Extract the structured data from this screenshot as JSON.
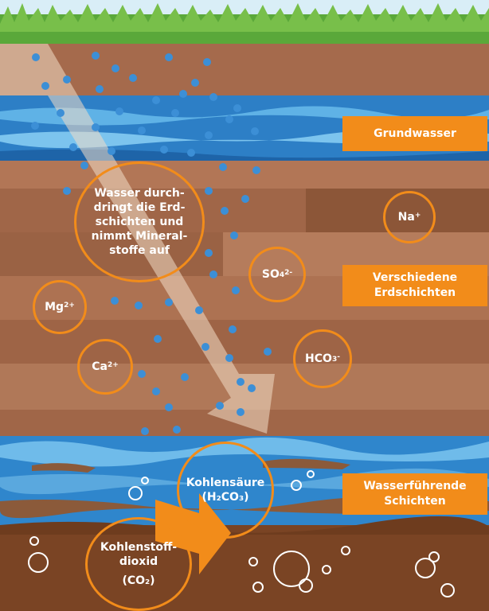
{
  "labels": {
    "groundwater": "Grundwasser",
    "soil_layers": [
      "Verschiedene",
      "Erdschichten"
    ],
    "aquifer": [
      "Wasserführende",
      "Schichten"
    ]
  },
  "process_text": [
    "Wasser durch-",
    "dringt die Erd-",
    "schichten und",
    "nimmt Mineral-",
    "stoffe auf"
  ],
  "ions": {
    "na": {
      "base": "Na",
      "sup": "+"
    },
    "so4": {
      "base": "SO",
      "sub": "4",
      "sup": "2-"
    },
    "mg": {
      "base": "Mg",
      "sup": "2+"
    },
    "ca": {
      "base": "Ca",
      "sup": "2+"
    },
    "hco3": {
      "base": "HCO",
      "sub": "3",
      "sup": "-"
    }
  },
  "carbonic_acid": {
    "name": "Kohlensäure",
    "formula": "(H₂CO₃)"
  },
  "co2": {
    "name": [
      "Kohlenstoff-",
      "dioxid"
    ],
    "formula": "(CO₂)"
  },
  "colors": {
    "accent_orange": "#f28c1a",
    "grass": "#5aa83a",
    "soil": "#a86a4a",
    "water": "#2d7fc6",
    "deep_soil": "#7a4424"
  }
}
